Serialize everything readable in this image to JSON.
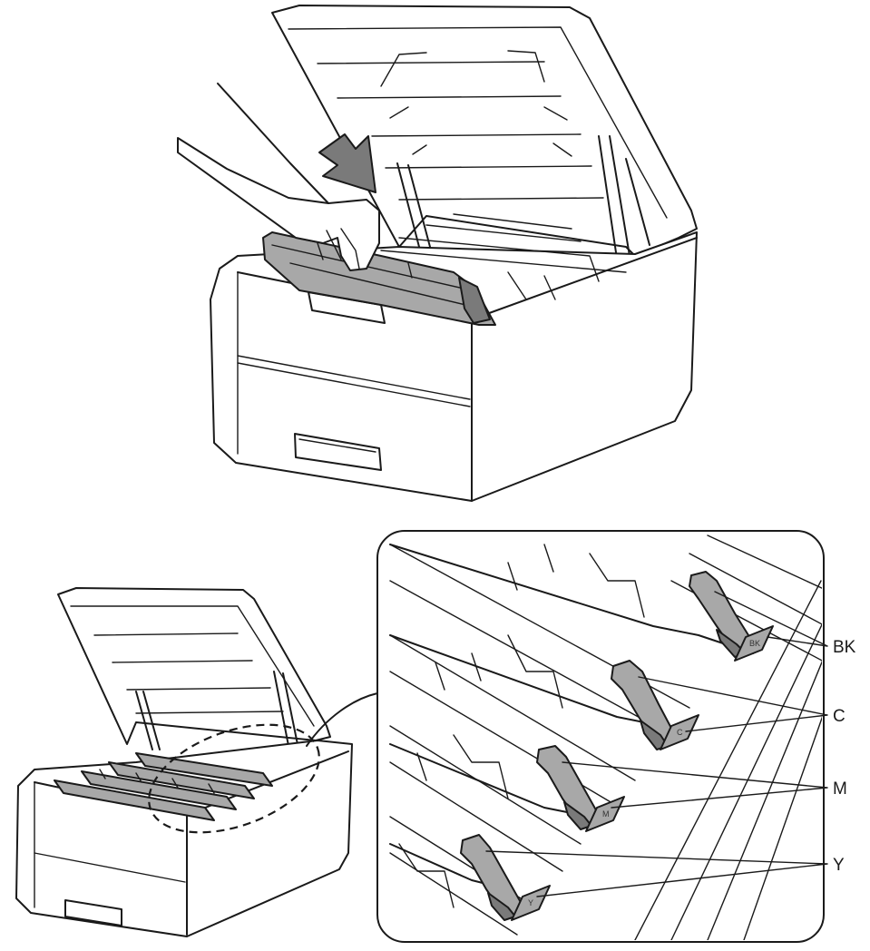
{
  "labels": {
    "bk": "BK",
    "c": "C",
    "m": "M",
    "y": "Y"
  },
  "cartridge_tabs": {
    "bk": "BK",
    "c": "C",
    "m": "M",
    "y": "Y"
  },
  "colors": {
    "line": "#1a1a1a",
    "cartridge_fill": "#a8a8a8",
    "cartridge_dark": "#7a7a7a",
    "background": "#ffffff"
  }
}
